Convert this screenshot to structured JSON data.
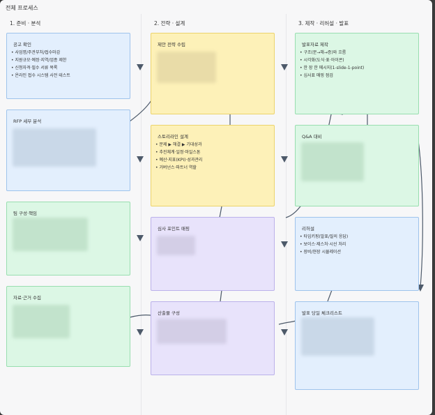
{
  "board_title": "전체 프로세스",
  "columns": [
    {
      "label": "1. 준비 · 분석"
    },
    {
      "label": "2. 전략 · 설계"
    },
    {
      "label": "3. 제작 · 리허설 · 발표"
    }
  ],
  "cards": {
    "c1": {
      "title": "공고 확인",
      "items": [
        "사업명/주관부처/접수마감",
        "지원규모·예정·지역/업종 제한",
        "신청자격·필수 서류 목록",
        "온라인 접수 시스템 사전 테스트"
      ]
    },
    "c2": {
      "title": "RFP 세부 분석"
    },
    "c3": {
      "title": "팀 구성·책임"
    },
    "c4": {
      "title": "자료·근거 수집"
    },
    "c5": {
      "title": "제안 전략 수립"
    },
    "c6": {
      "title": "스토리라인 설계",
      "items": [
        "문제 ▶ 해결 ▶ 기대성과",
        "추진체계·일정·마일스톤",
        "예산·지표(KPI)·성과관리",
        "거버넌스·파트너 역할"
      ]
    },
    "c7": {
      "title": "심사 포인트 매핑"
    },
    "c8": {
      "title": "산출물 구성"
    },
    "c9": {
      "title": "발표자료 제작",
      "items": [
        "구조(문→해→증)와 흐름",
        "시각화(도식·표·아이콘)",
        "한 장 한 메시지(1-slide-1-point)",
        "심사표 매핑 점검"
      ]
    },
    "c10": {
      "title": "Q&A 대비"
    },
    "c11": {
      "title": "리허설",
      "items": [
        "타임키핑(발표/질의 응답)",
        "보이스·제스처·시선 처리",
        "장비/현장 시뮬레이션"
      ]
    },
    "c12": {
      "title": "발표 당일 체크리스트"
    }
  },
  "colors": {
    "blue": "#e3effd",
    "green": "#dcf7e5",
    "yellow": "#fdf1b8",
    "purple": "#e8e3fb",
    "connector": "#4d5a6a"
  }
}
